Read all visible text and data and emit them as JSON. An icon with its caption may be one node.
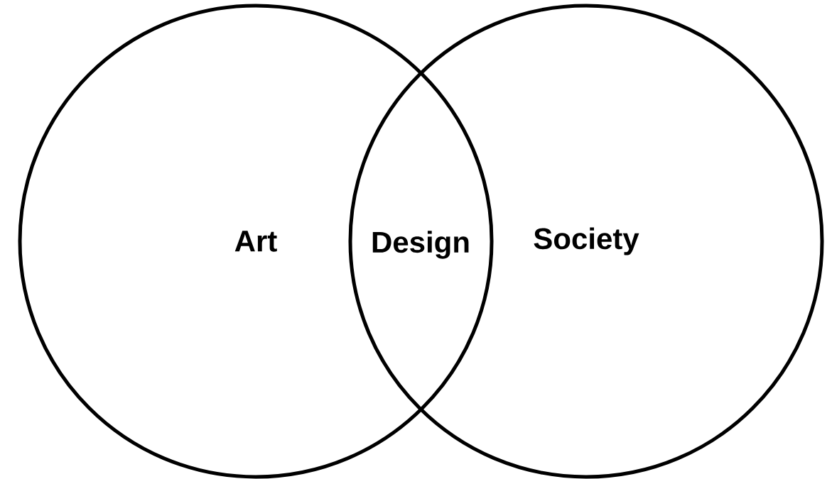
{
  "diagram": {
    "nodes": [
      {
        "text": [
          "Art"
        ]
      },
      {
        "text": [
          "Society"
        ]
      }
    ],
    "labels": [
      "Design"
    ]
  }
}
